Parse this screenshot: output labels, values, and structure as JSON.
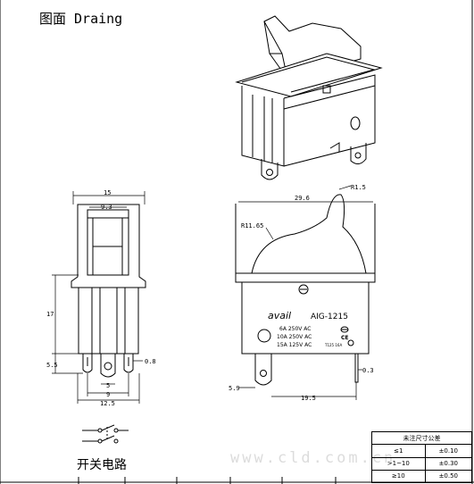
{
  "title": "图面 Draing",
  "circuit_label": "开关电路",
  "watermark": "www.cld.com.cn",
  "front_view": {
    "width_top": "15",
    "width_inner": "9.3",
    "height": "17",
    "offset": "5.5",
    "pin_thickness": "0.8",
    "pin_pitch": "5",
    "pin_span": "9",
    "width_bottom": "12.5"
  },
  "side_view": {
    "radius_small": "R1.5",
    "radius_large": "R11.65",
    "length": "29.6",
    "terminal_thickness": "0.3",
    "terminal_offset": "5.9",
    "terminal_pitch": "19.5"
  },
  "marking": {
    "brand": "avail",
    "model": "AIG-1215",
    "ratings": [
      "6A 250V AC",
      "10A 250V AC",
      "15A 125V AC"
    ],
    "temp": "T125 16A"
  },
  "tolerance_table": {
    "header": "未注尺寸公差",
    "rows": [
      {
        "range": "≤1",
        "tol": "±0.10"
      },
      {
        "range": ">1~10",
        "tol": "±0.30"
      },
      {
        "range": "≥10",
        "tol": "±0.50"
      }
    ]
  }
}
